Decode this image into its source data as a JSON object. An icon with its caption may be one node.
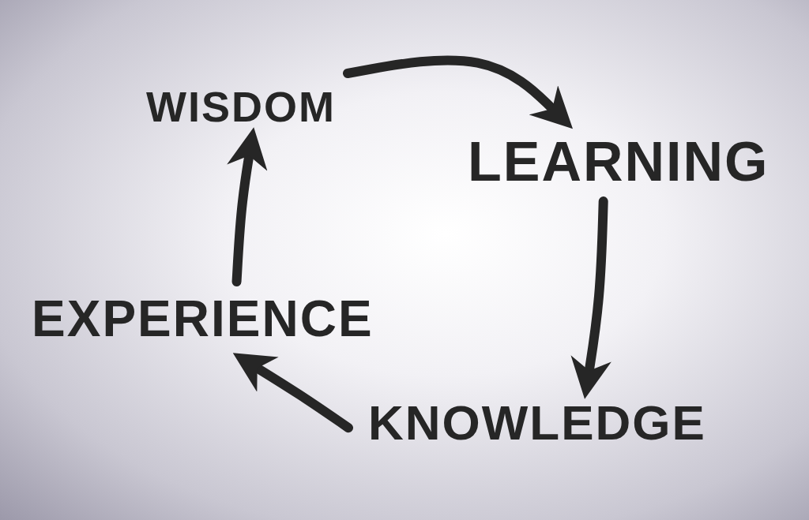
{
  "diagram": {
    "nodes": [
      {
        "text": [
          "WISDOM"
        ]
      },
      {
        "text": [
          "LEARNING"
        ]
      },
      {
        "text": [
          "KNOWLEDGE"
        ]
      },
      {
        "text": [
          "EXPERIENCE"
        ]
      }
    ],
    "edges": [
      {
        "from": 0,
        "to": 1,
        "arrow": "to"
      },
      {
        "from": 1,
        "to": 2,
        "arrow": "to"
      },
      {
        "from": 2,
        "to": 3,
        "arrow": "to"
      },
      {
        "from": 3,
        "to": 0,
        "arrow": "to"
      }
    ]
  }
}
